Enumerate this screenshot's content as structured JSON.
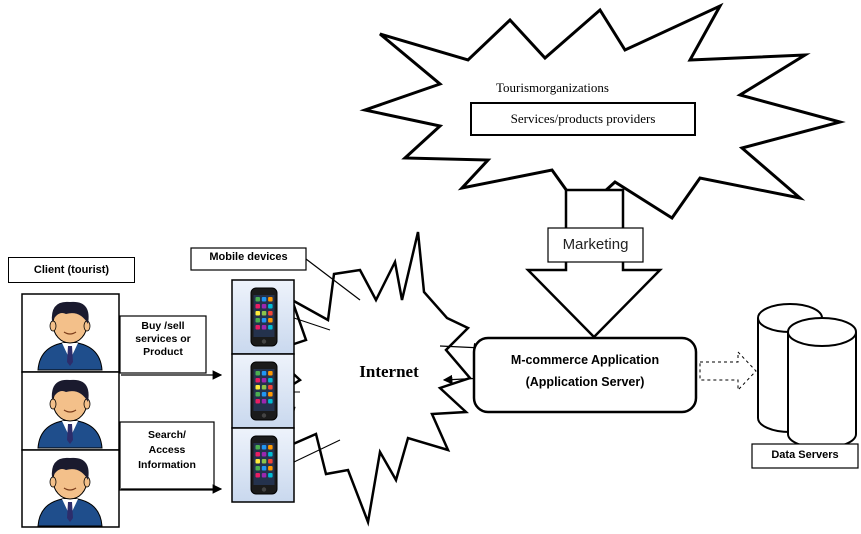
{
  "cloud": {
    "org_label": "Tourismorganizations",
    "providers_label": "Services/products providers"
  },
  "marketing_label": "Marketing",
  "client": {
    "title": "Client (tourist)",
    "buy_label": [
      "Buy /sell",
      "services or",
      "Product"
    ],
    "search_label": [
      "Search/",
      "Access",
      "Information"
    ]
  },
  "devices_label": "Mobile devices",
  "internet_label": "Internet",
  "app": {
    "line1": "M-commerce Application",
    "line2": "(Application Server)"
  },
  "data_servers_label": "Data Servers",
  "colors": {
    "suit": "#1f4e8c",
    "skin": "#f3c08a",
    "hair": "#1a1a2e",
    "phone_panel": "#dbe6f5"
  }
}
